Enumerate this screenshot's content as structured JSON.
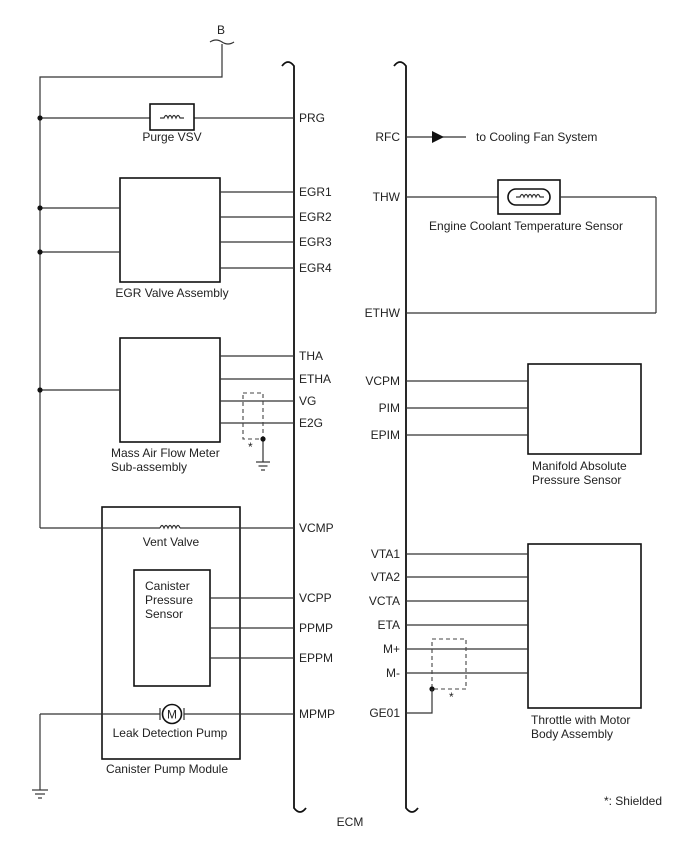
{
  "connector_b": "B",
  "ecm_label": "ECM",
  "shield_star": "*",
  "legend": "*: Shielded",
  "components": {
    "purge_vsv": "Purge VSV",
    "egr_valve": "EGR Valve Assembly",
    "maf_line1": "Mass Air Flow Meter",
    "maf_line2": "Sub-assembly",
    "vent_valve": "Vent Valve",
    "canister_sensor_1": "Canister",
    "canister_sensor_2": "Pressure",
    "canister_sensor_3": "Sensor",
    "leak_pump": "Leak Detection Pump",
    "canister_module": "Canister Pump Module",
    "cooling_fan": "to Cooling Fan System",
    "coolant_sensor": "Engine Coolant Temperature Sensor",
    "map_line1": "Manifold Absolute",
    "map_line2": "Pressure Sensor",
    "throttle_line1": "Throttle with Motor",
    "throttle_line2": "Body Assembly"
  },
  "ecm_left_pins": {
    "prg": "PRG",
    "egr1": "EGR1",
    "egr2": "EGR2",
    "egr3": "EGR3",
    "egr4": "EGR4",
    "tha": "THA",
    "etha": "ETHA",
    "vg": "VG",
    "e2g": "E2G",
    "vcmp": "VCMP",
    "vcpp": "VCPP",
    "ppmp": "PPMP",
    "eppm": "EPPM",
    "mpmp": "MPMP"
  },
  "ecm_right_pins": {
    "rfc": "RFC",
    "thw": "THW",
    "ethw": "ETHW",
    "vcpm": "VCPM",
    "pim": "PIM",
    "epim": "EPIM",
    "vta1": "VTA1",
    "vta2": "VTA2",
    "vcta": "VCTA",
    "eta": "ETA",
    "m_plus": "M+",
    "m_minus": "M-",
    "ge01": "GE01"
  },
  "motor_symbol": "M"
}
